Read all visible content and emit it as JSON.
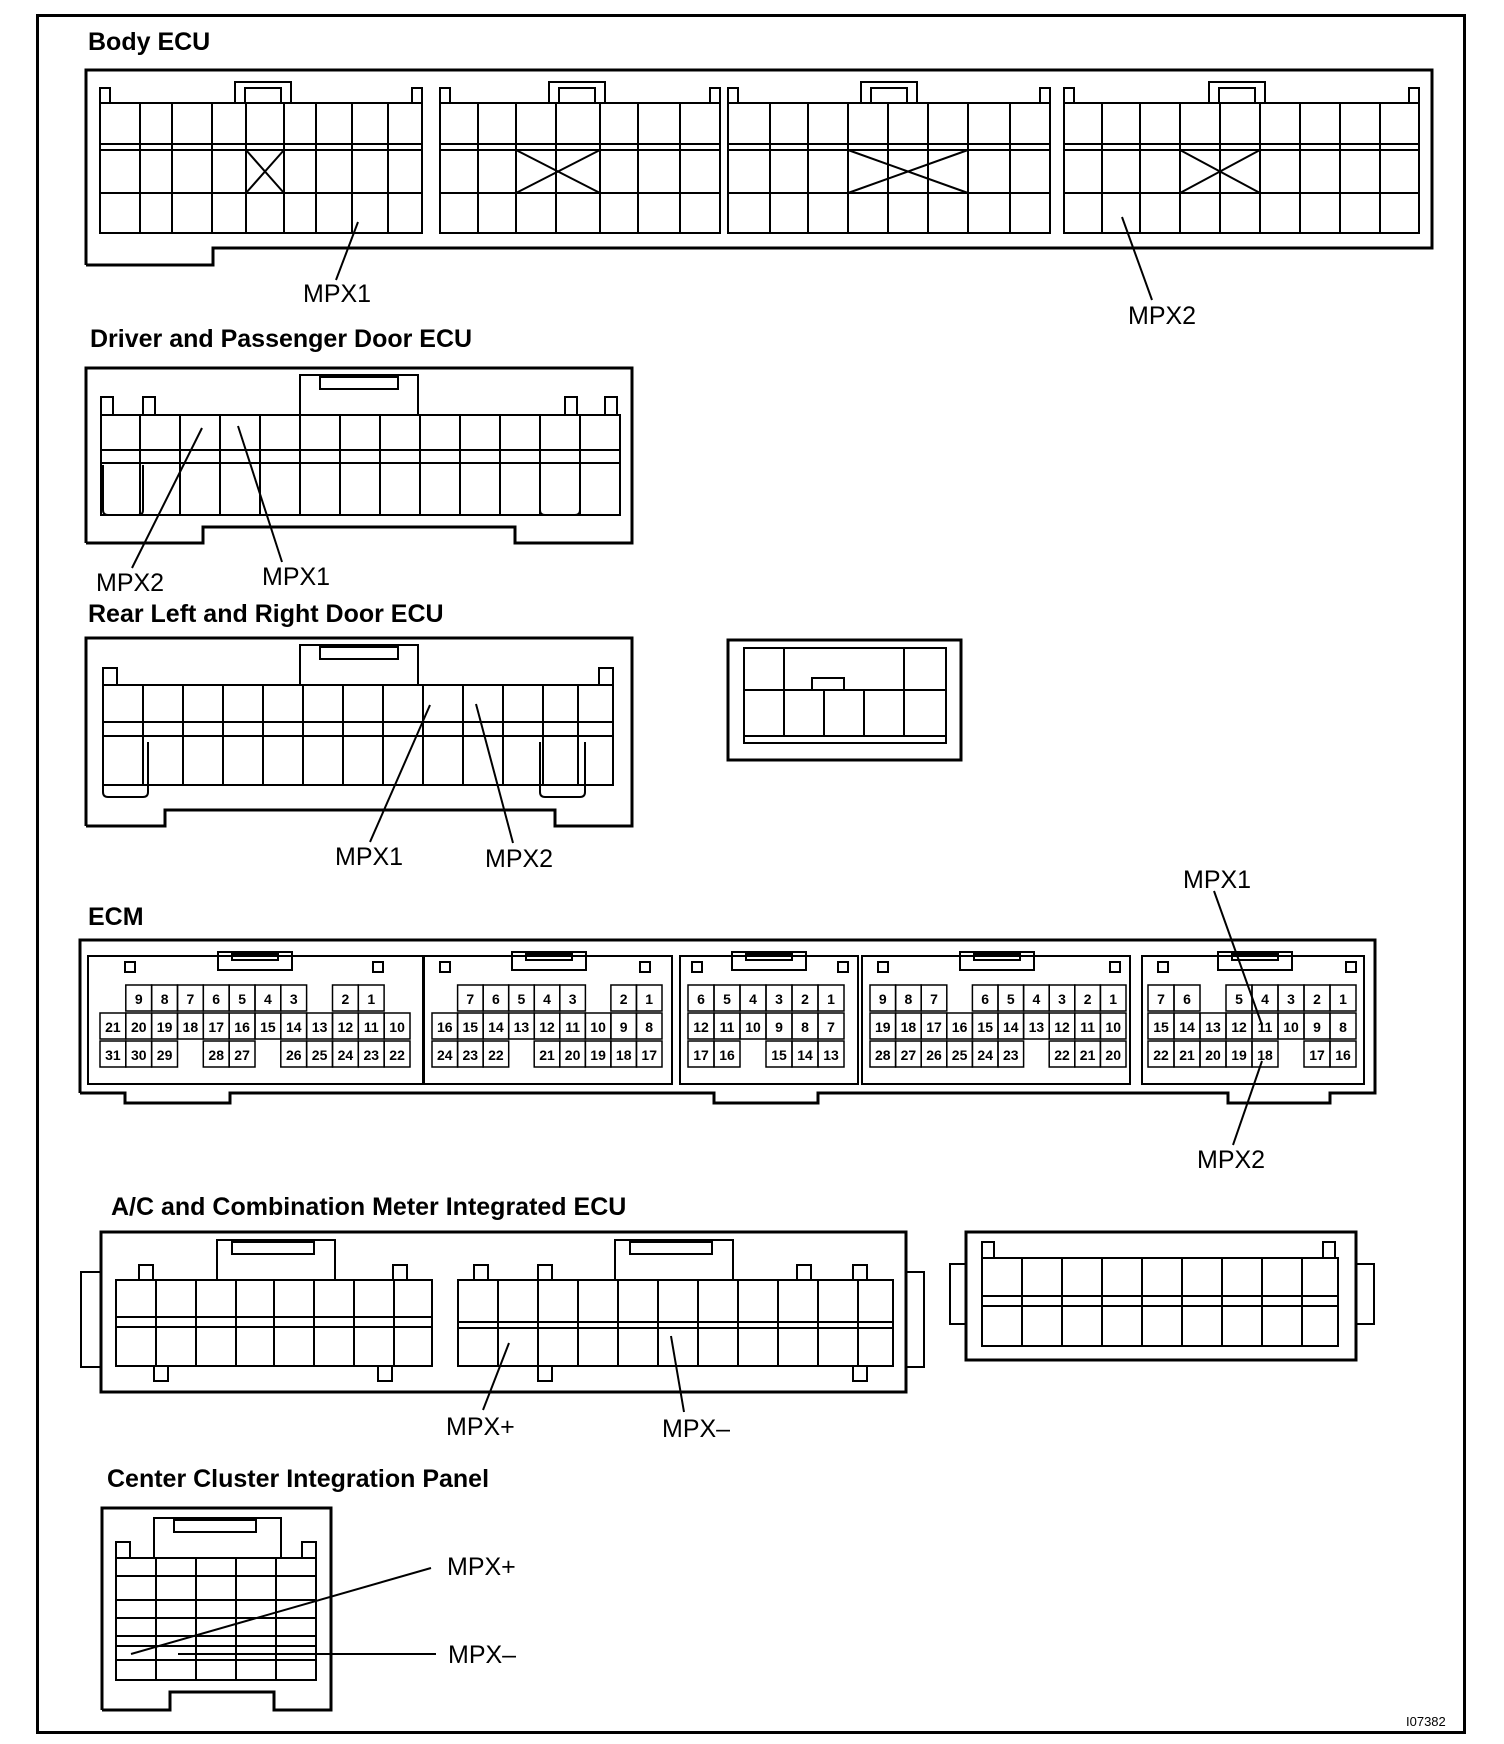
{
  "figure_id": "I07382",
  "sections": {
    "body_ecu": {
      "title": "Body ECU",
      "labels": [
        "MPX1",
        "MPX2"
      ]
    },
    "front_door_ecu": {
      "title": "Driver and Passenger Door ECU",
      "labels": [
        "MPX2",
        "MPX1"
      ]
    },
    "rear_door_ecu": {
      "title": "Rear Left and Right Door ECU",
      "labels": [
        "MPX1",
        "MPX2"
      ]
    },
    "ecm": {
      "title": "ECM",
      "labels": [
        "MPX1",
        "MPX2"
      ],
      "connectors": [
        {
          "rows": [
            [
              "",
              "9",
              "8",
              "7",
              "6",
              "5",
              "4",
              "3",
              "",
              "2",
              "1"
            ],
            [
              "21",
              "20",
              "19",
              "18",
              "17",
              "16",
              "15",
              "14",
              "13",
              "12",
              "11",
              "10"
            ],
            [
              "31",
              "30",
              "29",
              "",
              "28",
              "27",
              "",
              "26",
              "25",
              "24",
              "23",
              "22"
            ]
          ]
        },
        {
          "rows": [
            [
              "",
              "7",
              "6",
              "5",
              "4",
              "3",
              "",
              "2",
              "1"
            ],
            [
              "16",
              "15",
              "14",
              "13",
              "12",
              "11",
              "10",
              "9",
              "8"
            ],
            [
              "24",
              "23",
              "22",
              "",
              "21",
              "20",
              "19",
              "18",
              "17"
            ]
          ]
        },
        {
          "rows": [
            [
              "6",
              "5",
              "4",
              "3",
              "2",
              "1"
            ],
            [
              "12",
              "11",
              "10",
              "9",
              "8",
              "7"
            ],
            [
              "17",
              "16",
              "",
              "15",
              "14",
              "13"
            ]
          ]
        },
        {
          "rows": [
            [
              "9",
              "8",
              "7",
              "",
              "6",
              "5",
              "4",
              "3",
              "2",
              "1"
            ],
            [
              "19",
              "18",
              "17",
              "16",
              "15",
              "14",
              "13",
              "12",
              "11",
              "10"
            ],
            [
              "28",
              "27",
              "26",
              "25",
              "24",
              "23",
              "",
              "22",
              "21",
              "20"
            ]
          ]
        },
        {
          "rows": [
            [
              "7",
              "6",
              "",
              "5",
              "4",
              "3",
              "2",
              "1"
            ],
            [
              "15",
              "14",
              "13",
              "12",
              "11",
              "10",
              "9",
              "8"
            ],
            [
              "22",
              "21",
              "20",
              "19",
              "18",
              "",
              "17",
              "16"
            ]
          ]
        }
      ]
    },
    "ac_meter_ecu": {
      "title": "A/C and Combination Meter Integrated ECU",
      "labels": [
        "MPX+",
        "MPX–"
      ]
    },
    "center_cluster_panel": {
      "title": "Center Cluster Integration Panel",
      "labels": [
        "MPX+",
        "MPX–"
      ]
    }
  }
}
